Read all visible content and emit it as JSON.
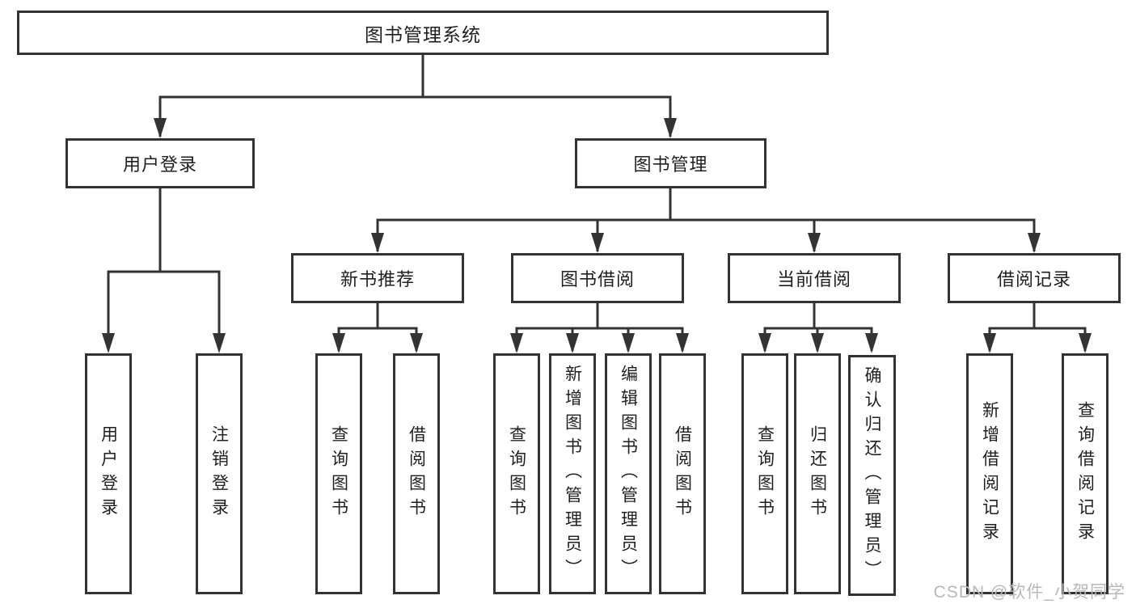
{
  "colors": {
    "line_color": "#333333",
    "text_color": "#1f1f1f",
    "watermark_color": "#b8b8b8",
    "background_color": "#ffffff"
  },
  "watermark": {
    "text": "CSDN @软件_小贺同学"
  },
  "tree": {
    "root": {
      "label": "图书管理系统",
      "children": [
        {
          "label": "用户登录",
          "children": [
            {
              "label": "用户登录"
            },
            {
              "label": "注销登录"
            }
          ]
        },
        {
          "label": "图书管理",
          "children": [
            {
              "label": "新书推荐",
              "children": [
                {
                  "label": "查询图书"
                },
                {
                  "label": "借阅图书"
                }
              ]
            },
            {
              "label": "图书借阅",
              "children": [
                {
                  "label": "查询图书"
                },
                {
                  "label": "新增图书（管理员）"
                },
                {
                  "label": "编辑图书（管理员）"
                },
                {
                  "label": "借阅图书"
                }
              ]
            },
            {
              "label": "当前借阅",
              "children": [
                {
                  "label": "查询图书"
                },
                {
                  "label": "归还图书"
                },
                {
                  "label": "确认归还（管理员）"
                }
              ]
            },
            {
              "label": "借阅记录",
              "children": [
                {
                  "label": "新增借阅记录"
                },
                {
                  "label": "查询借阅记录"
                }
              ]
            }
          ]
        }
      ]
    }
  }
}
